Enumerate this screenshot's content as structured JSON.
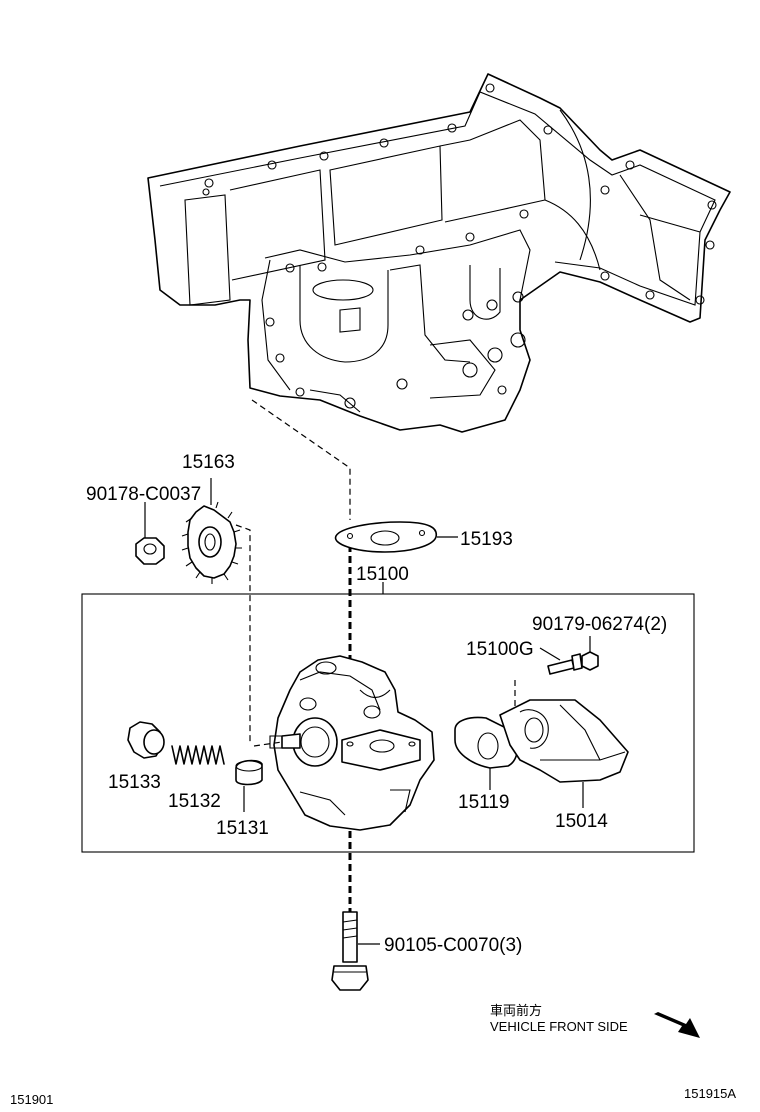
{
  "parts": {
    "p15163": "15163",
    "p90178": "90178-C0037",
    "p15193": "15193",
    "p15100": "15100",
    "p90179": "90179-06274(2)",
    "p15100G": "15100G",
    "p15133": "15133",
    "p15132": "15132",
    "p15131": "15131",
    "p15119": "15119",
    "p15014": "15014",
    "p90105": "90105-C0070(3)"
  },
  "direction": {
    "japanese": "車両前方",
    "english": "VEHICLE FRONT SIDE"
  },
  "footer": {
    "left_code": "151901",
    "right_code": "151915A"
  }
}
